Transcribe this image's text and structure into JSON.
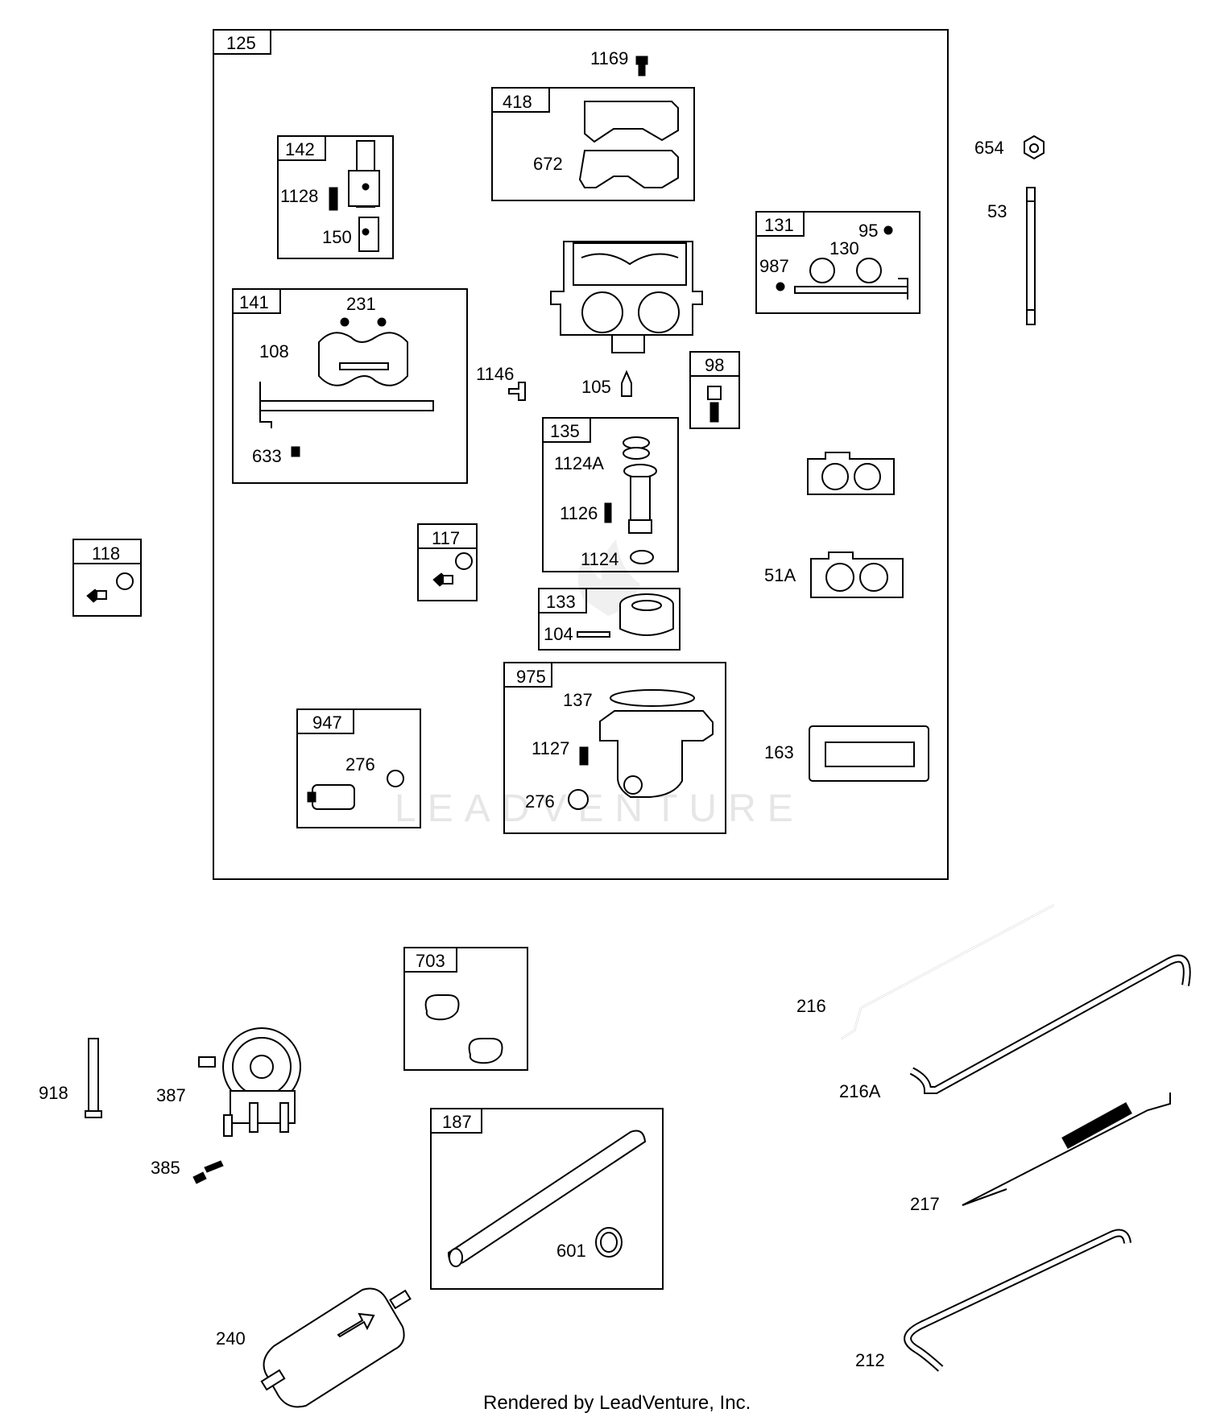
{
  "diagram": {
    "group_labels": {
      "g125": "125",
      "g142": "142",
      "g418": "418",
      "g131": "131",
      "g141": "141",
      "g98": "98",
      "g135": "135",
      "g117": "117",
      "g118": "118",
      "g133": "133",
      "g975": "975",
      "g947": "947",
      "g703": "703",
      "g187": "187"
    },
    "part_labels": {
      "p1169": "1169",
      "p672": "672",
      "p1128": "1128",
      "p150": "150",
      "p654": "654",
      "p53": "53",
      "p95": "95",
      "p130": "130",
      "p987": "987",
      "p231": "231",
      "p108": "108",
      "p1146": "1146",
      "p105": "105",
      "p633": "633",
      "p1124A": "1124A",
      "p1126": "1126",
      "p1124": "1124",
      "p51A": "51A",
      "p104": "104",
      "p137": "137",
      "p1127": "1127",
      "p276a": "276",
      "p276b": "276",
      "p163": "163",
      "p216": "216",
      "p216A": "216A",
      "p918": "918",
      "p387": "387",
      "p385": "385",
      "p217": "217",
      "p601": "601",
      "p240": "240",
      "p212": "212"
    },
    "watermark": "LEADVENTURE",
    "footer": "Rendered by LeadVenture, Inc."
  }
}
